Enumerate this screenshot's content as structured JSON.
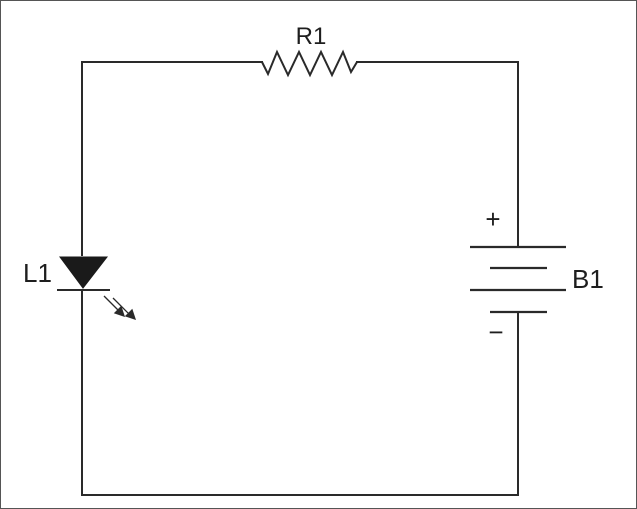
{
  "components": {
    "resistor": {
      "label": "R1"
    },
    "led": {
      "label": "L1"
    },
    "battery": {
      "label": "B1",
      "positive": "+",
      "negative": "−"
    }
  }
}
